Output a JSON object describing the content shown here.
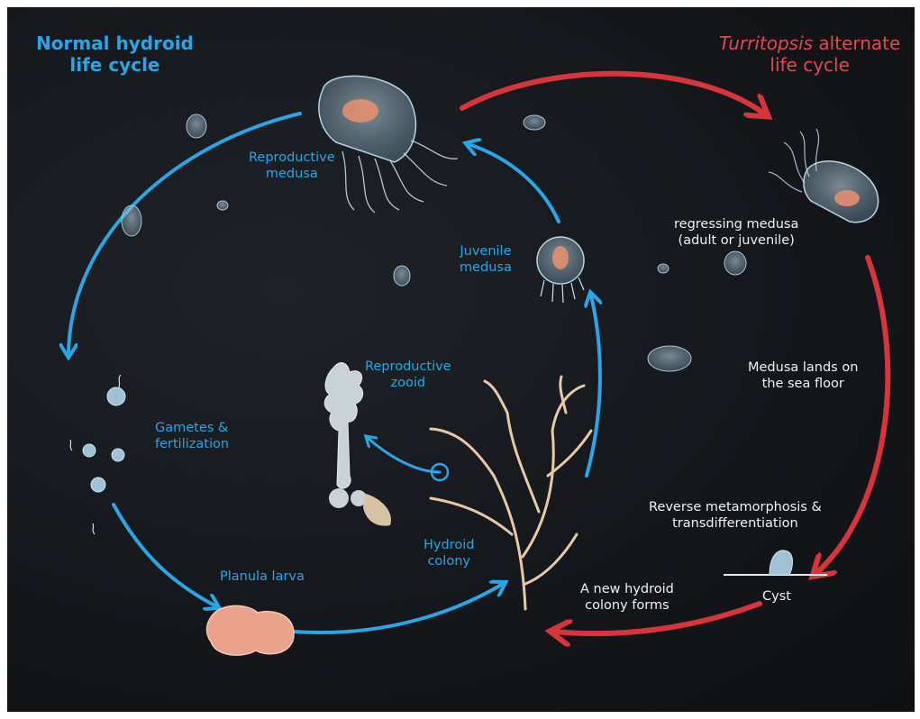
{
  "titles": {
    "normal": [
      "Normal hydroid",
      "life cycle"
    ],
    "alternate_italic": "Turritopsis",
    "alternate_rest": " alternate",
    "alternate_line2": "life cycle"
  },
  "labels": {
    "reproductive_medusa": [
      "Reproductive",
      "medusa"
    ],
    "juvenile_medusa": [
      "Juvenile",
      "medusa"
    ],
    "reproductive_zooid": [
      "Reproductive",
      "zooid"
    ],
    "gametes": [
      "Gametes &",
      "fertilization"
    ],
    "planula": "Planula larva",
    "hydroid_colony": [
      "Hydroid",
      "colony"
    ],
    "regressing": [
      "regressing medusa",
      "(adult or juvenile)"
    ],
    "lands": [
      "Medusa lands on",
      "the sea floor"
    ],
    "reverse": [
      "Reverse metamorphosis &",
      "transdifferentiation"
    ],
    "cyst": "Cyst",
    "new_colony": [
      "A new hydroid",
      "colony forms"
    ]
  },
  "colors": {
    "blue": "#2aa6e6",
    "red": "#d8343c",
    "background": "#16191d",
    "medusa_body": "#9fc2d6",
    "gonad": "#e9906e",
    "colony": "#e8c9a6",
    "larva": "#e9a38a"
  },
  "icons": [
    "jellyfish-icon",
    "gamete-icon",
    "larva-icon",
    "colony-icon",
    "zooid-icon",
    "cyst-icon"
  ]
}
